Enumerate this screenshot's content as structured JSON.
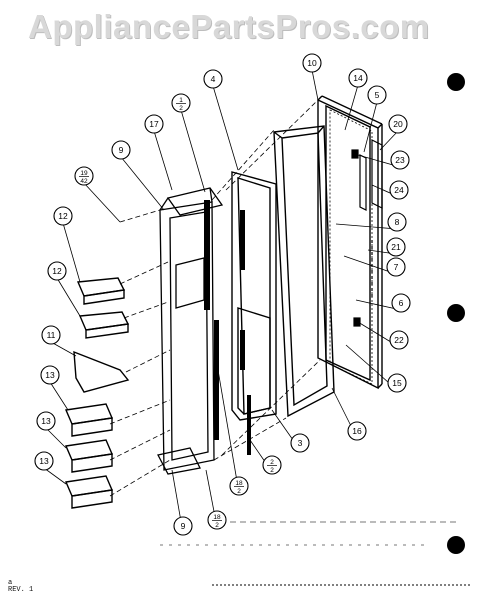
{
  "watermark": "AppliancePartsPros.com",
  "footer": {
    "line1": "a",
    "line2": "REV. 1"
  },
  "callouts": [
    {
      "id": "c10",
      "label": "10"
    },
    {
      "id": "c14",
      "label": "14"
    },
    {
      "id": "c4",
      "label": "4"
    },
    {
      "id": "c5",
      "label": "5"
    },
    {
      "id": "c1-2",
      "num": "1",
      "den": "2"
    },
    {
      "id": "c17",
      "label": "17"
    },
    {
      "id": "c20",
      "label": "20"
    },
    {
      "id": "c9a",
      "label": "9"
    },
    {
      "id": "c23",
      "label": "23"
    },
    {
      "id": "c19-42",
      "num": "19",
      "den": "42"
    },
    {
      "id": "c24",
      "label": "24"
    },
    {
      "id": "c12a",
      "label": "12"
    },
    {
      "id": "c8",
      "label": "8"
    },
    {
      "id": "c21",
      "label": "21"
    },
    {
      "id": "c7",
      "label": "7"
    },
    {
      "id": "c12b",
      "label": "12"
    },
    {
      "id": "c6",
      "label": "6"
    },
    {
      "id": "c11",
      "label": "11"
    },
    {
      "id": "c22",
      "label": "22"
    },
    {
      "id": "c15",
      "label": "15"
    },
    {
      "id": "c13a",
      "label": "13"
    },
    {
      "id": "c16",
      "label": "16"
    },
    {
      "id": "c13b",
      "label": "13"
    },
    {
      "id": "c3",
      "label": "3"
    },
    {
      "id": "c2-2",
      "num": "2",
      "den": "2"
    },
    {
      "id": "c13c",
      "label": "13"
    },
    {
      "id": "c18-2a",
      "num": "18",
      "den": "2"
    },
    {
      "id": "c9b",
      "label": "9"
    },
    {
      "id": "c18-2b",
      "num": "18",
      "den": "2"
    }
  ]
}
